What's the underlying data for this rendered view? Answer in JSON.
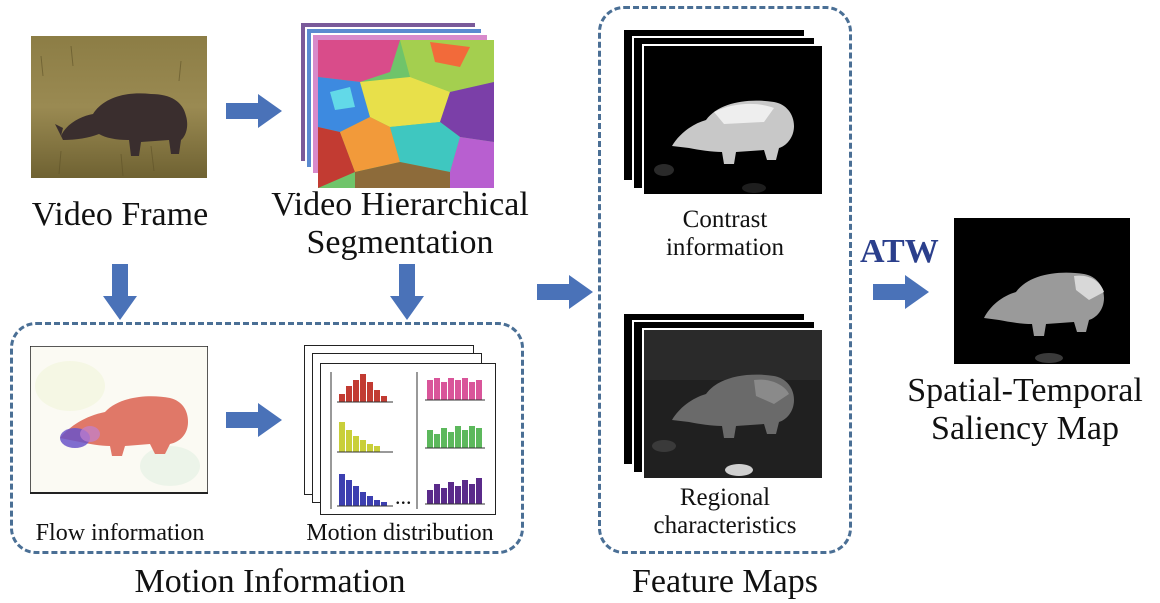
{
  "video_frame": {
    "label": "Video Frame"
  },
  "segmentation": {
    "label_line1": "Video Hierarchical",
    "label_line2": "Segmentation"
  },
  "motion": {
    "group_label": "Motion Information",
    "flow_label": "Flow information",
    "distribution_label": "Motion distribution",
    "ellipsis": "..."
  },
  "features": {
    "group_label": "Feature Maps",
    "contrast_line1": "Contrast",
    "contrast_line2": "information",
    "regional_line1": "Regional",
    "regional_line2": "characteristics"
  },
  "atw": {
    "label": "ATW"
  },
  "output": {
    "label_line1": "Spatial-Temporal",
    "label_line2": "Saliency Map"
  },
  "colors": {
    "arrow": "#4a72b8",
    "dashed_border": "#4a6f95",
    "atw_text": "#2b3f8c",
    "hist_red": "#c23b32",
    "hist_pink": "#d9559a",
    "hist_yellow": "#c9cf3a",
    "hist_green": "#5cb85c",
    "hist_blue": "#3c3fb0",
    "hist_purple": "#5a2a8a"
  }
}
